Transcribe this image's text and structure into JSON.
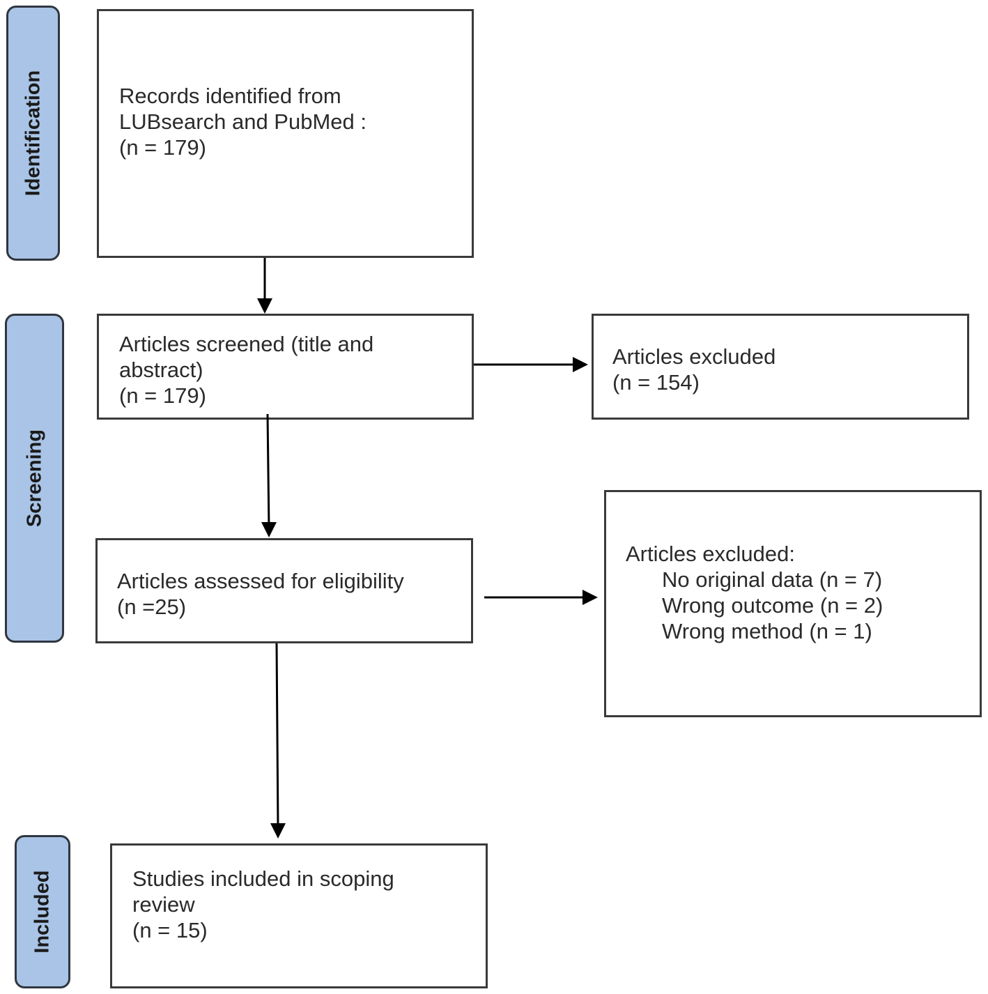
{
  "stages": {
    "identification": "Identification",
    "screening": "Screening",
    "included": "Included"
  },
  "boxes": {
    "records_identified": {
      "lines": [
        "Records identified from",
        "LUBsearch and PubMed :",
        "(n = 179)"
      ]
    },
    "articles_screened": {
      "lines": [
        "Articles screened (title and",
        "abstract)",
        "(n = 179)"
      ]
    },
    "excluded_screening": {
      "lines": [
        "Articles excluded",
        "(n = 154)"
      ]
    },
    "assessed_eligibility": {
      "lines": [
        "Articles assessed for eligibility",
        "(n =25)"
      ]
    },
    "excluded_eligibility": {
      "heading": "Articles excluded:",
      "reasons": [
        "No original data (n = 7)",
        "Wrong outcome (n = 2)",
        "Wrong method  (n = 1)"
      ]
    },
    "studies_included": {
      "lines": [
        "Studies included in scoping",
        "review",
        "(n = 15)"
      ]
    }
  }
}
